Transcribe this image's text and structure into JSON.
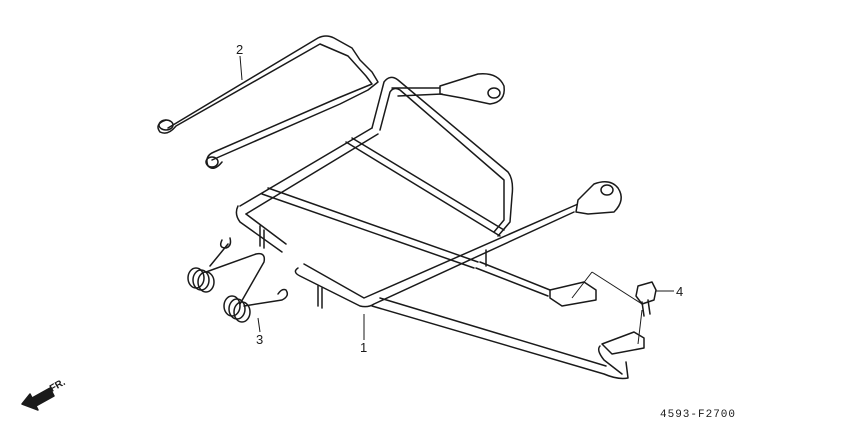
{
  "diagram": {
    "callouts": [
      {
        "id": "1",
        "label": "1"
      },
      {
        "id": "2",
        "label": "2"
      },
      {
        "id": "3",
        "label": "3"
      },
      {
        "id": "4",
        "label": "4"
      }
    ],
    "direction_label": "FR.",
    "diagram_code": "4593-F2700",
    "colors": {
      "line": "#1a1a1a",
      "background": "#ffffff"
    }
  }
}
